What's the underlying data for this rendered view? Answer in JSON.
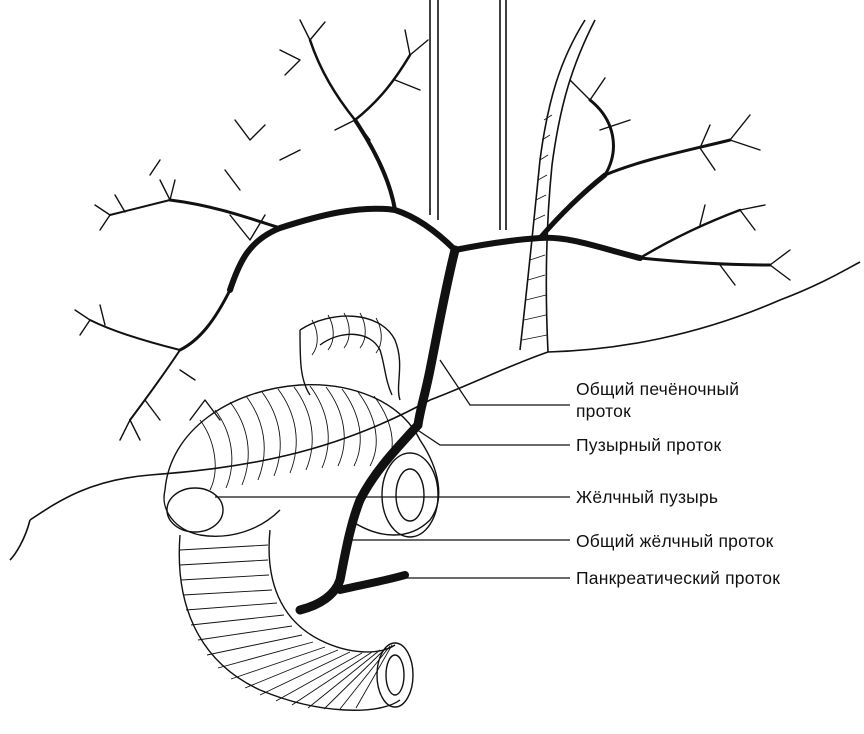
{
  "labels": {
    "common_hepatic_duct_line1": "Общий печёночный",
    "common_hepatic_duct_line2": "проток",
    "cystic_duct": "Пузырный проток",
    "gallbladder": "Жёлчный пузырь",
    "common_bile_duct": "Общий жёлчный проток",
    "pancreatic_duct": "Панкреатический проток"
  },
  "colors": {
    "ink": "#111111",
    "background": "#ffffff"
  }
}
